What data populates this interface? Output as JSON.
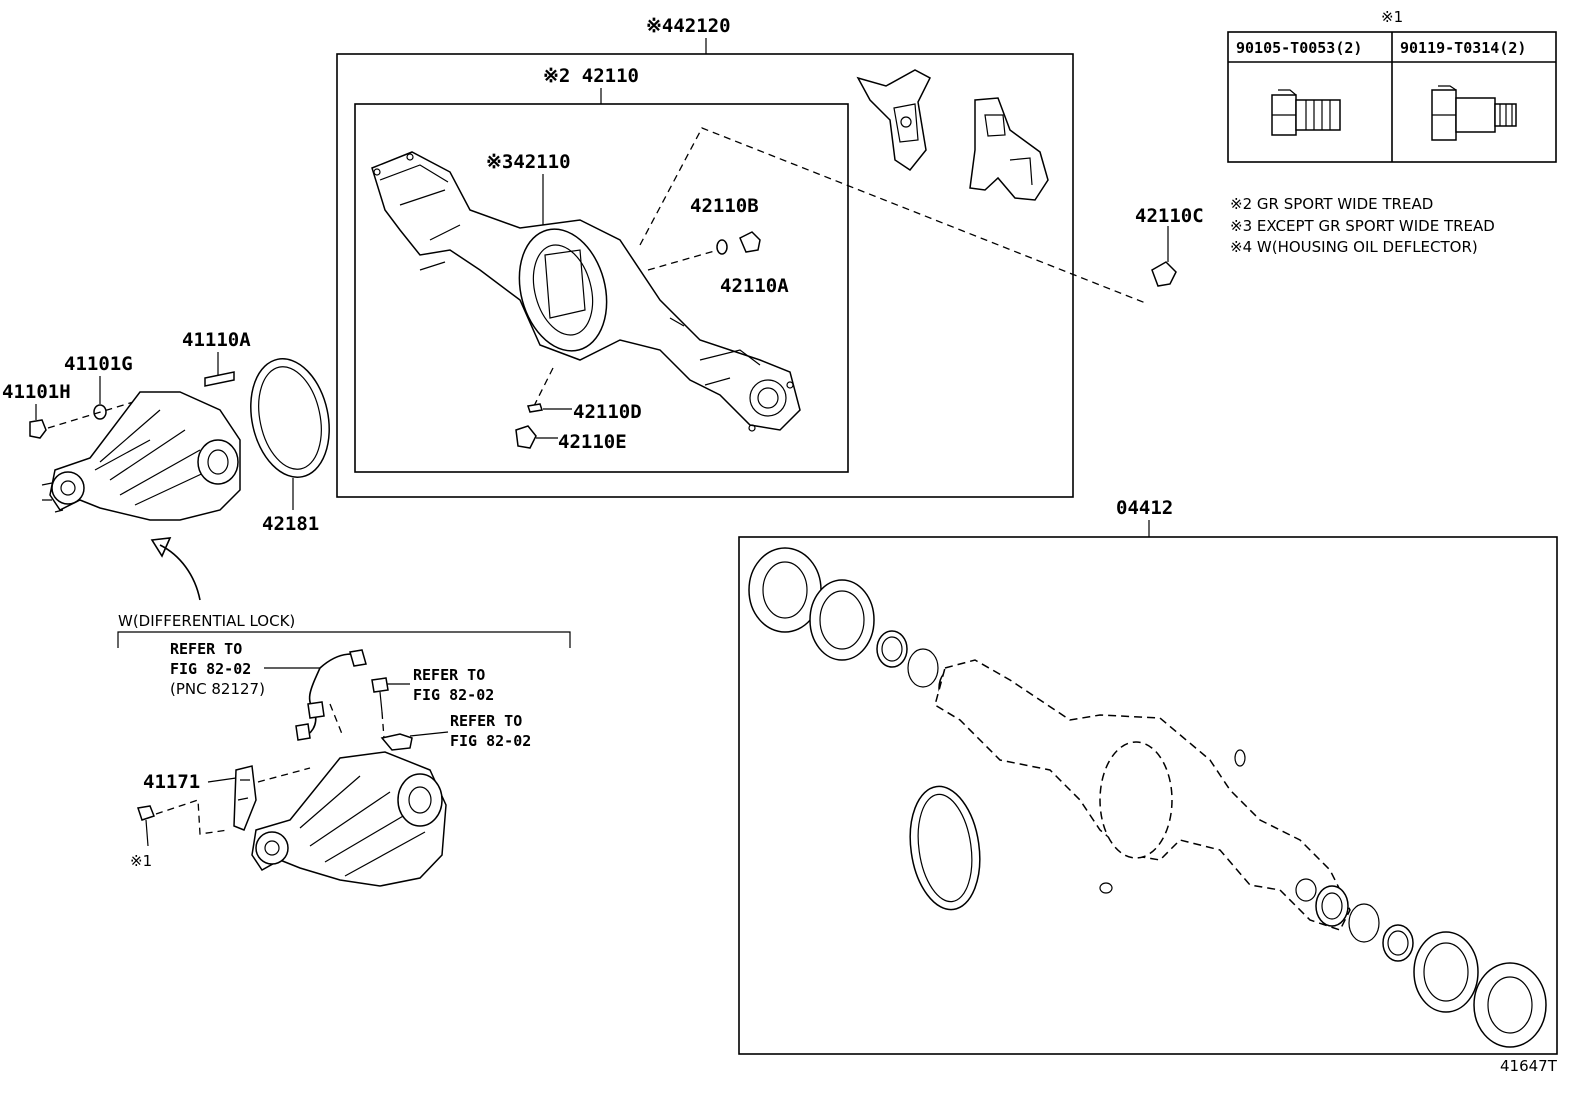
{
  "labels": {
    "p42120": "※442120",
    "p42110_wide": "※2 42110",
    "p42110_except": "※342110",
    "p42110B": "42110B",
    "p42110A": "42110A",
    "p42110C": "42110C",
    "p42110D": "42110D",
    "p42110E": "42110E",
    "p41110A": "41110A",
    "p41101G": "41101G",
    "p41101H": "41101H",
    "p42181": "42181",
    "p04412": "04412",
    "p41171": "41171",
    "mark1_lock": "※1",
    "diagram_id": "41647T"
  },
  "bolt_table": {
    "mark": "※1",
    "col1": "90105-T0053(2)",
    "col2": "90119-T0314(2)"
  },
  "notes": {
    "n2": "※2 GR SPORT WIDE TREAD",
    "n3": "※3 EXCEPT GR SPORT WIDE TREAD",
    "n4": "※4 W(HOUSING OIL DEFLECTOR)"
  },
  "diff_lock": {
    "title": "W(DIFFERENTIAL LOCK)",
    "ref1_line1": "REFER TO",
    "ref1_line2": "FIG 82-02",
    "ref1_line3": "(PNC 82127)",
    "ref2_line1": "REFER TO",
    "ref2_line2": "FIG 82-02",
    "ref3_line1": "REFER TO",
    "ref3_line2": "FIG 82-02"
  }
}
